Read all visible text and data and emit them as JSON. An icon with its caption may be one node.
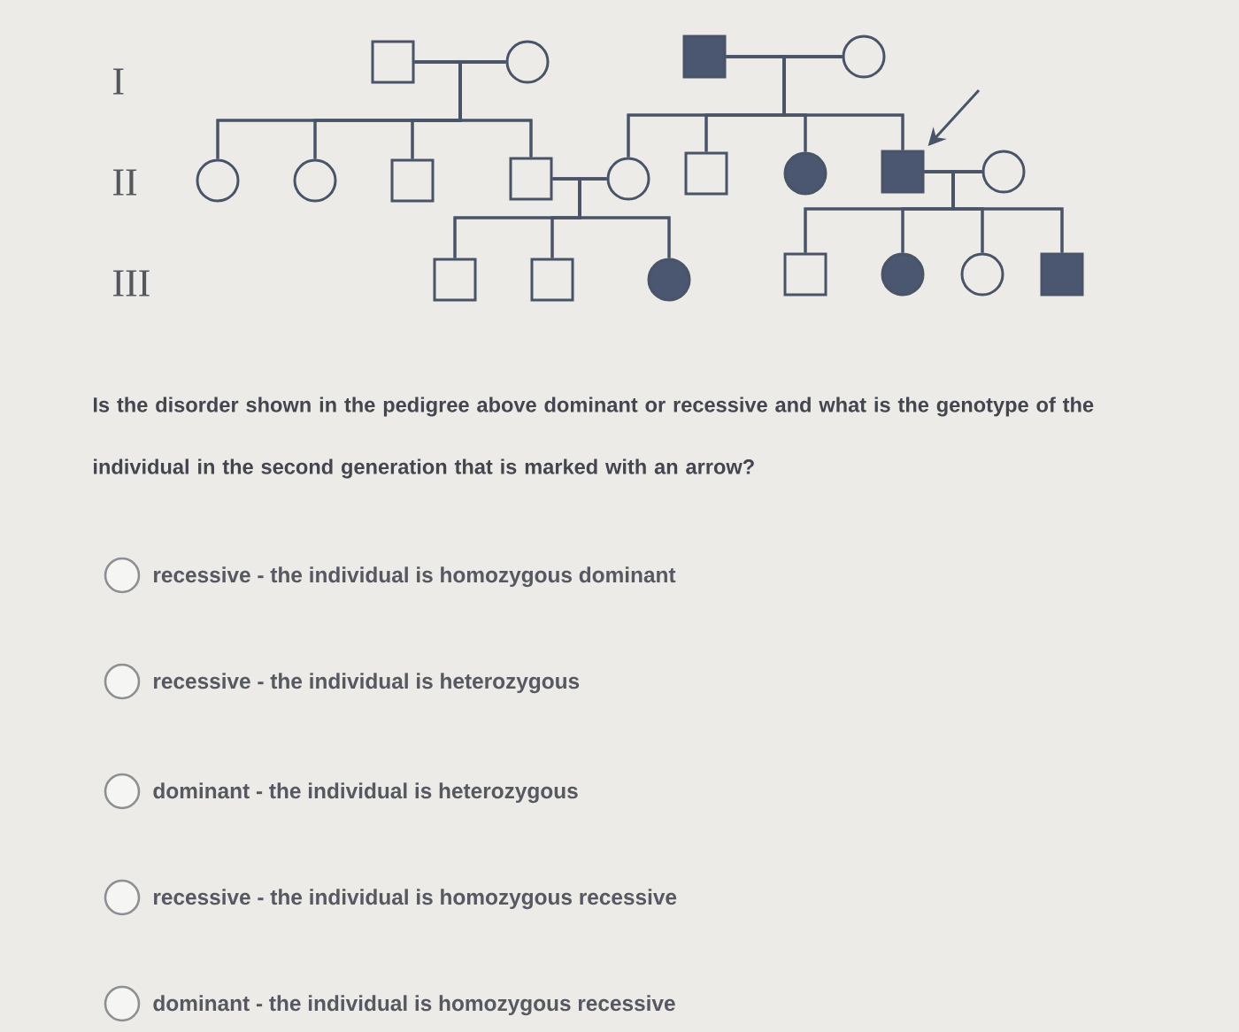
{
  "diagram": {
    "nodes": [
      {
        "text": [],
        "shape": "box"
      },
      {
        "text": [],
        "shape": "circle"
      },
      {
        "text": [],
        "shape": "box"
      },
      {
        "text": [],
        "shape": "circle"
      },
      {
        "text": [],
        "shape": "circle"
      },
      {
        "text": [],
        "shape": "circle"
      },
      {
        "text": [],
        "shape": "box"
      },
      {
        "text": [],
        "shape": "box"
      },
      {
        "text": [],
        "shape": "circle"
      },
      {
        "text": [],
        "shape": "box"
      },
      {
        "text": [],
        "shape": "circle"
      },
      {
        "text": [],
        "shape": "box"
      },
      {
        "text": [],
        "shape": "circle"
      },
      {
        "text": [],
        "shape": "box"
      },
      {
        "text": [],
        "shape": "box"
      },
      {
        "text": [],
        "shape": "circle"
      },
      {
        "text": [],
        "shape": "box"
      },
      {
        "text": [],
        "shape": "circle"
      },
      {
        "text": [],
        "shape": "circle"
      },
      {
        "text": [],
        "shape": "box"
      }
    ],
    "edges": [
      {
        "from": 0,
        "to": 1,
        "arrow": "none"
      },
      {
        "from": 2,
        "to": 3,
        "arrow": "none"
      },
      {
        "from": 7,
        "to": 8,
        "arrow": "none"
      },
      {
        "from": 11,
        "to": 12,
        "arrow": "none"
      },
      {
        "from": 0,
        "to": 4,
        "arrow": "none"
      },
      {
        "from": 0,
        "to": 5,
        "arrow": "none"
      },
      {
        "from": 0,
        "to": 6,
        "arrow": "none"
      },
      {
        "from": 0,
        "to": 7,
        "arrow": "none"
      },
      {
        "from": 1,
        "to": 4,
        "arrow": "none"
      },
      {
        "from": 1,
        "to": 5,
        "arrow": "none"
      },
      {
        "from": 1,
        "to": 6,
        "arrow": "none"
      },
      {
        "from": 1,
        "to": 7,
        "arrow": "none"
      },
      {
        "from": 2,
        "to": 8,
        "arrow": "none"
      },
      {
        "from": 2,
        "to": 9,
        "arrow": "none"
      },
      {
        "from": 2,
        "to": 10,
        "arrow": "none"
      },
      {
        "from": 2,
        "to": 11,
        "arrow": "none"
      },
      {
        "from": 3,
        "to": 8,
        "arrow": "none"
      },
      {
        "from": 3,
        "to": 9,
        "arrow": "none"
      },
      {
        "from": 3,
        "to": 10,
        "arrow": "none"
      },
      {
        "from": 3,
        "to": 11,
        "arrow": "none"
      },
      {
        "from": 7,
        "to": 13,
        "arrow": "none"
      },
      {
        "from": 7,
        "to": 14,
        "arrow": "none"
      },
      {
        "from": 7,
        "to": 15,
        "arrow": "none"
      },
      {
        "from": 8,
        "to": 13,
        "arrow": "none"
      },
      {
        "from": 8,
        "to": 14,
        "arrow": "none"
      },
      {
        "from": 8,
        "to": 15,
        "arrow": "none"
      },
      {
        "from": 11,
        "to": 16,
        "arrow": "none"
      },
      {
        "from": 11,
        "to": 17,
        "arrow": "none"
      },
      {
        "from": 11,
        "to": 18,
        "arrow": "none"
      },
      {
        "from": 11,
        "to": 19,
        "arrow": "none"
      },
      {
        "from": 12,
        "to": 16,
        "arrow": "none"
      },
      {
        "from": 12,
        "to": 17,
        "arrow": "none"
      },
      {
        "from": 12,
        "to": 18,
        "arrow": "none"
      },
      {
        "from": 12,
        "to": 19,
        "arrow": "none"
      },
      {
        "from": null,
        "to": 11,
        "arrow": "to"
      }
    ],
    "labels": [
      "I",
      "II",
      "III",
      "Is the disorder shown in the pedigree above dominant or recessive and what is the genotype of the individual in the second generation that is marked with an arrow?",
      "recessive - the individual is homozygous dominant",
      "recessive - the individual is heterozygous",
      "dominant - the individual is heterozygous",
      "recessive - the individual is homozygous recessive",
      "dominant - the individual is homozygous recessive"
    ]
  }
}
